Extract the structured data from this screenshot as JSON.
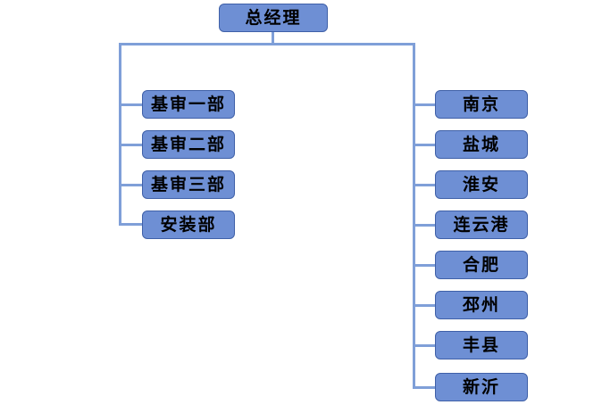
{
  "chart_meta": {
    "type": "org-chart",
    "orientation": "top-down-two-columns",
    "node_fill": "#6e8fd4",
    "node_border": "#3f60a8",
    "connector_color": "#7f9fd8",
    "background": "#ffffff"
  },
  "root": {
    "label": "总经理"
  },
  "left_branch": {
    "items": [
      {
        "label": "基审一部"
      },
      {
        "label": "基审二部"
      },
      {
        "label": "基审三部"
      },
      {
        "label": "安装部"
      }
    ]
  },
  "right_branch": {
    "items": [
      {
        "label": "南京"
      },
      {
        "label": "盐城"
      },
      {
        "label": "淮安"
      },
      {
        "label": "连云港"
      },
      {
        "label": "合肥"
      },
      {
        "label": "邳州"
      },
      {
        "label": "丰县"
      },
      {
        "label": "新沂"
      }
    ]
  }
}
